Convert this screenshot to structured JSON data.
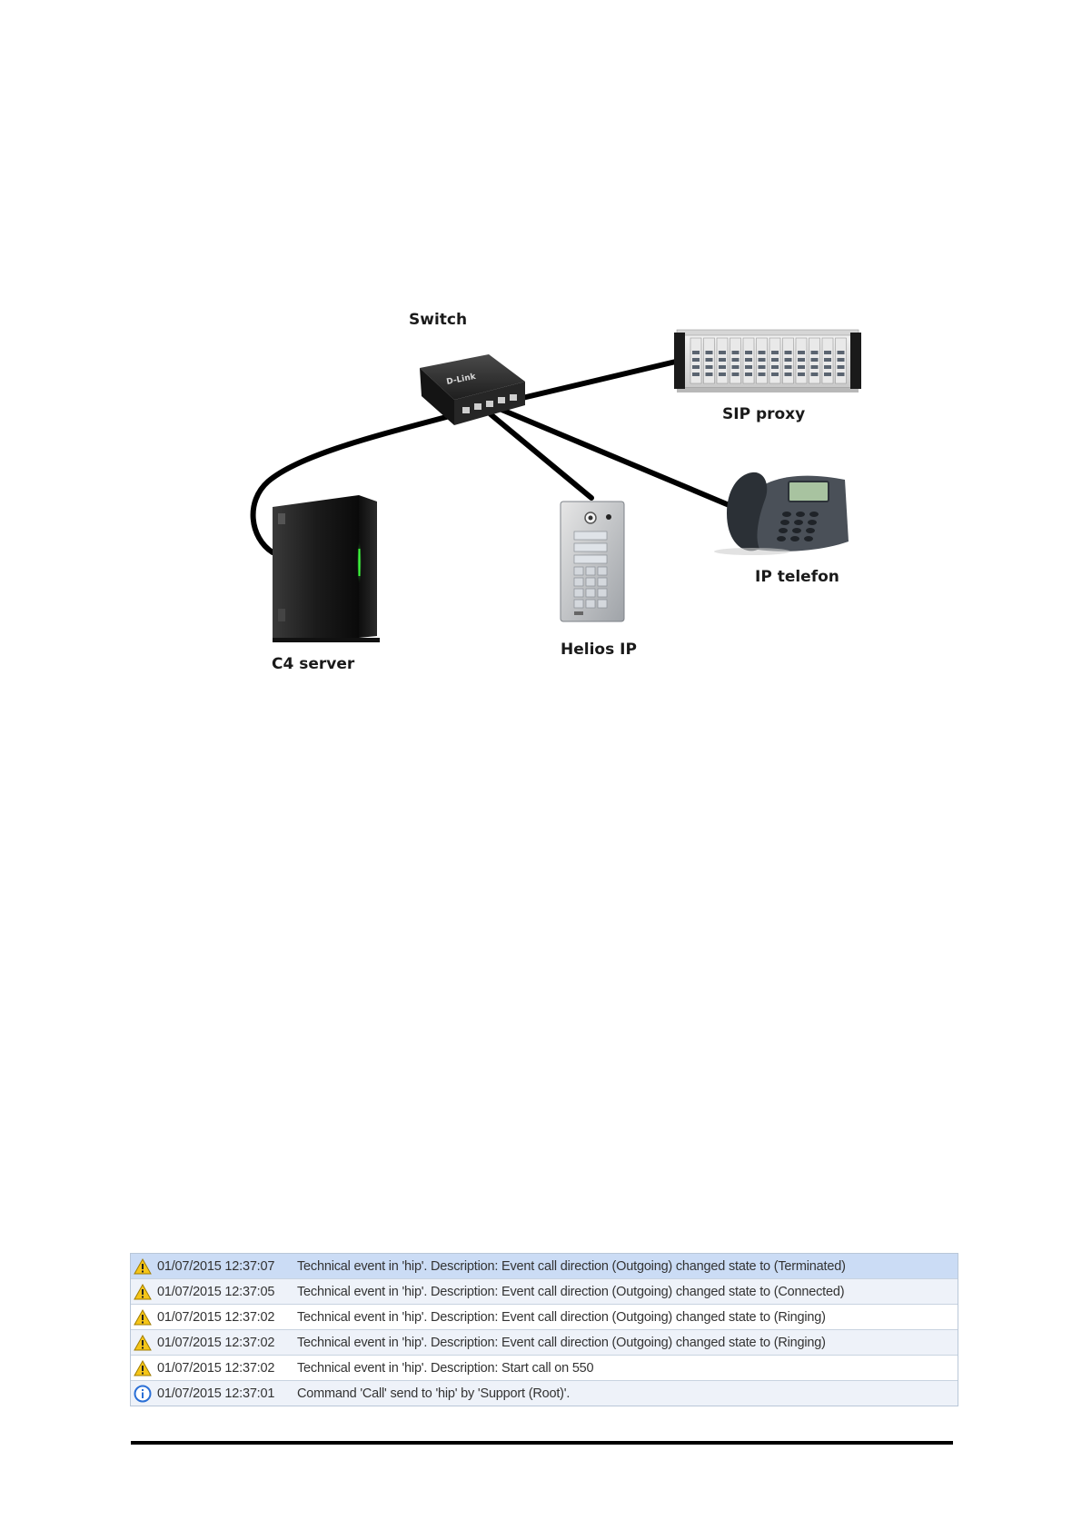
{
  "diagram": {
    "labels": {
      "switch": "Switch",
      "sip_proxy": "SIP proxy",
      "c4_server": "C4 server",
      "helios_ip": "Helios IP",
      "ip_telefon": "IP telefon"
    },
    "switch_logo": "D-Link"
  },
  "log": {
    "rows": [
      {
        "icon": "warning-icon",
        "timestamp": "01/07/2015 12:37:07",
        "message": "Technical event in 'hip'. Description: Event call direction (Outgoing) changed state to (Terminated)"
      },
      {
        "icon": "warning-icon",
        "timestamp": "01/07/2015 12:37:05",
        "message": "Technical event in 'hip'. Description: Event call direction (Outgoing) changed state to (Connected)"
      },
      {
        "icon": "warning-icon",
        "timestamp": "01/07/2015 12:37:02",
        "message": "Technical event in 'hip'. Description: Event call direction (Outgoing) changed state to (Ringing)"
      },
      {
        "icon": "warning-icon",
        "timestamp": "01/07/2015 12:37:02",
        "message": "Technical event in 'hip'. Description: Event call direction (Outgoing) changed state to (Ringing)"
      },
      {
        "icon": "warning-icon",
        "timestamp": "01/07/2015 12:37:02",
        "message": "Technical event in 'hip'. Description: Start call on 550"
      },
      {
        "icon": "info-icon",
        "timestamp": "01/07/2015 12:37:01",
        "message": "Command 'Call' send to 'hip' by 'Support (Root)'."
      }
    ]
  },
  "colors": {
    "selected_row": "#cbdcf5",
    "alt_row": "#eef2f9",
    "warning": "#f5c518",
    "info": "#2a6fd6"
  }
}
